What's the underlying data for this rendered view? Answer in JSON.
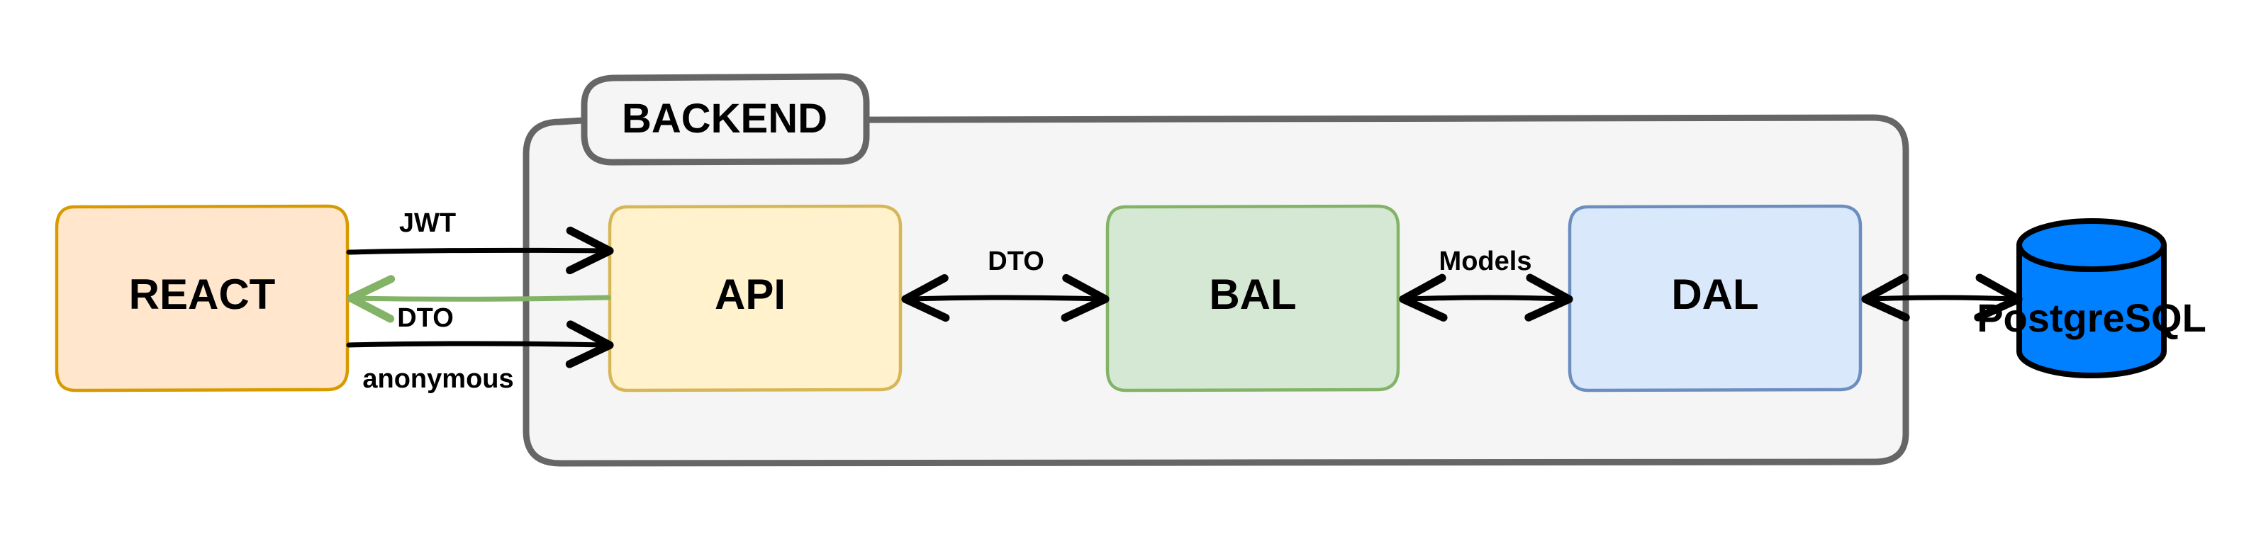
{
  "nodes": {
    "react": {
      "label": "REACT",
      "fill": "#ffe6cc",
      "stroke": "#d79b00"
    },
    "api": {
      "label": "API",
      "fill": "#fff2cc",
      "stroke": "#d6b656"
    },
    "bal": {
      "label": "BAL",
      "fill": "#d5e8d4",
      "stroke": "#82b366"
    },
    "dal": {
      "label": "DAL",
      "fill": "#dae8fc",
      "stroke": "#6c8ebf"
    },
    "postgres": {
      "label": "PostgreSQL",
      "fill": "#007fff",
      "stroke": "#000000"
    }
  },
  "container": {
    "label": "BACKEND",
    "fill": "#f5f5f5",
    "stroke": "#666666"
  },
  "edges": {
    "jwt": {
      "label": "JWT"
    },
    "dto_return": {
      "label": "DTO",
      "color": "#82b366"
    },
    "anonymous": {
      "label": "anonymous"
    },
    "api_bal": {
      "label": "DTO"
    },
    "bal_dal": {
      "label": "Models"
    }
  }
}
